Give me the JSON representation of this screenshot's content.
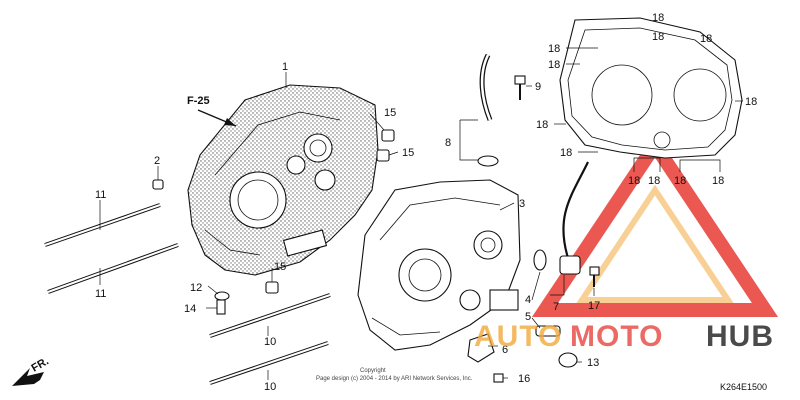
{
  "diagram": {
    "ref_top": "F-25",
    "ref_fr": "FR.",
    "diagram_code": "K264E1500",
    "copyright_line1": "Copyright",
    "copyright_line2": "Page design (c) 2004 - 2014 by ARI Network Services, Inc.",
    "callouts": {
      "p1": "1",
      "p2": "2",
      "p3": "3",
      "p4": "4",
      "p5": "5",
      "p6": "6",
      "p7": "7",
      "p8": "8",
      "p9": "9",
      "p10a": "10",
      "p10b": "10",
      "p11a": "11",
      "p11b": "11",
      "p12": "12",
      "p13": "13",
      "p14": "14",
      "p15a": "15",
      "p15b": "15",
      "p15c": "15",
      "p16": "16",
      "p17": "17",
      "g18_1": "18",
      "g18_2": "18",
      "g18_3": "18",
      "g18_4": "18",
      "g18_5": "18",
      "g18_6": "18",
      "g18_7": "18",
      "g18_8": "18",
      "g18_9": "18",
      "g18_10": "18",
      "g18_11": "18",
      "g18_12": "18"
    }
  },
  "watermark": {
    "text_orange": "AUTO",
    "text_red": "MOTO",
    "text_dark": "HUB",
    "color_orange": "#f2a93b",
    "color_red": "#e8463f",
    "color_dark": "#4a4a4a"
  }
}
